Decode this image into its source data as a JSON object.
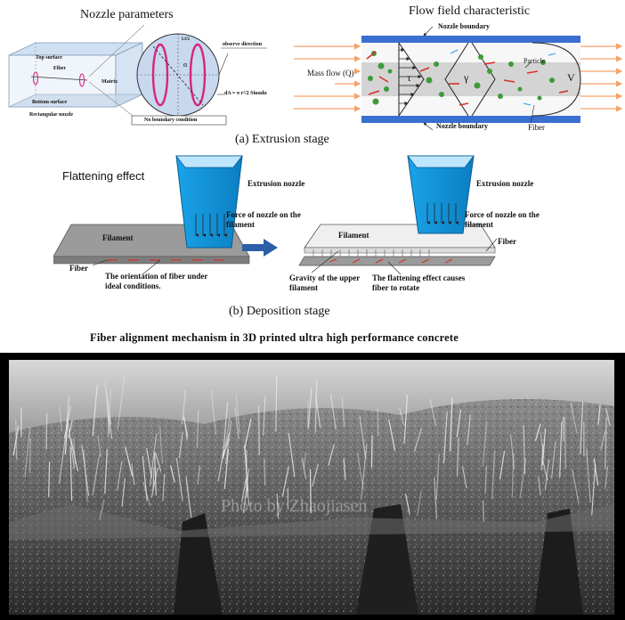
{
  "diagram": {
    "nozzle_params": {
      "title": "Nozzle parameters",
      "top_surface": "Top surface",
      "fiber": "Fiber",
      "matrix": "Matrix",
      "bottom_surface": "Bottom surface",
      "rectangular_nozzle": "Rectangular nozzle",
      "observe_direction": "observe direction",
      "formula": "dA = π r²/2 Sinαdα",
      "no_boundary": "No boundary condition",
      "lf_label": "Lf/2",
      "alpha": "α"
    },
    "flow_field": {
      "title": "Flow field characteristic",
      "nozzle_boundary_top": "Nozzle boundary",
      "nozzle_boundary_bottom": "Nozzle boundary",
      "mass_flow": "Mass flow (Q)",
      "tau": "τ",
      "gamma": "γ",
      "v": "V",
      "particle": "Particle",
      "fiber": "Fiber"
    },
    "caption_a": "(a) Extrusion stage",
    "deposition": {
      "title": "Flattening effect",
      "extrusion_nozzle_left": "Extrusion nozzle",
      "force_left": "Force of nozzle on the filament",
      "filament_left": "Filament",
      "fiber_left": "Fiber",
      "orientation_note": "The orientation of fiber under ideal conditions.",
      "extrusion_nozzle_right": "Extrusion nozzle",
      "force_right": "Force of nozzle on the filament",
      "filament_right": "Filament",
      "fiber_right": "Fiber",
      "gravity_note": "Gravity of the upper filament",
      "flattening_note": "The flattening effect causes fiber to rotate"
    },
    "caption_b": "(b) Deposition stage",
    "main_title": "Fiber alignment mechanism in 3D printed ultra high performance concrete"
  },
  "photo": {
    "watermark": "Photo by Zhaojiasen"
  },
  "colors": {
    "nozzle_blue": "#1aa3e8",
    "boundary_blue": "#3a6fd0",
    "flow_orange": "#f5a26a",
    "fiber_magenta": "#d6267d",
    "particle_green": "#3f9a3a",
    "fiber_red": "#d9302a"
  }
}
